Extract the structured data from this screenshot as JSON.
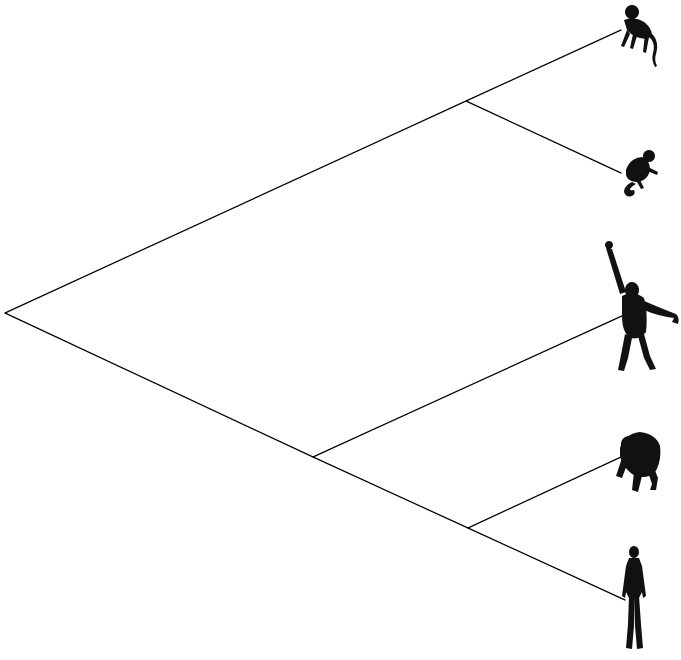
{
  "diagram": {
    "type": "cladogram",
    "colors": {
      "background": "#ffffff",
      "branch": "#000000",
      "silhouette": "#111111"
    },
    "root": "root",
    "nodes": [
      {
        "id": "root",
        "kind": "internal"
      },
      {
        "id": "node-upper",
        "kind": "internal"
      },
      {
        "id": "node-lower",
        "kind": "internal"
      },
      {
        "id": "node-lower-inner",
        "kind": "internal"
      },
      {
        "id": "taxon-1",
        "kind": "leaf",
        "icon": "walking-monkey-icon"
      },
      {
        "id": "taxon-2",
        "kind": "leaf",
        "icon": "sitting-monkey-icon"
      },
      {
        "id": "taxon-3",
        "kind": "leaf",
        "icon": "hanging-ape-icon"
      },
      {
        "id": "taxon-4",
        "kind": "leaf",
        "icon": "knuckle-walking-ape-icon"
      },
      {
        "id": "taxon-5",
        "kind": "leaf",
        "icon": "standing-human-icon"
      }
    ],
    "edges": [
      {
        "from": "root",
        "to": "node-upper"
      },
      {
        "from": "root",
        "to": "node-lower"
      },
      {
        "from": "node-upper",
        "to": "taxon-1"
      },
      {
        "from": "node-upper",
        "to": "taxon-2"
      },
      {
        "from": "node-lower",
        "to": "taxon-3"
      },
      {
        "from": "node-lower",
        "to": "node-lower-inner"
      },
      {
        "from": "node-lower-inner",
        "to": "taxon-4"
      },
      {
        "from": "node-lower-inner",
        "to": "taxon-5"
      }
    ]
  }
}
